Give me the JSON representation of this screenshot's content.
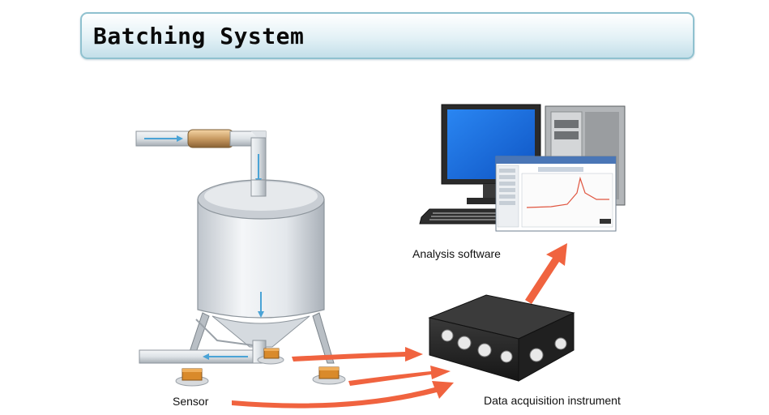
{
  "header": {
    "title": "Batching System"
  },
  "labels": {
    "analysis": "Analysis software",
    "sensor": "Sensor",
    "daq": "Data acquisition instrument"
  },
  "colors": {
    "title_border": "#8fc1cf",
    "arrow": "#f0633f",
    "flow_arrow": "#4aa3d6",
    "monitor_screen": "#1a6fe0",
    "daq_box": "#2b2b2b",
    "sensor": "#d98a2b"
  }
}
